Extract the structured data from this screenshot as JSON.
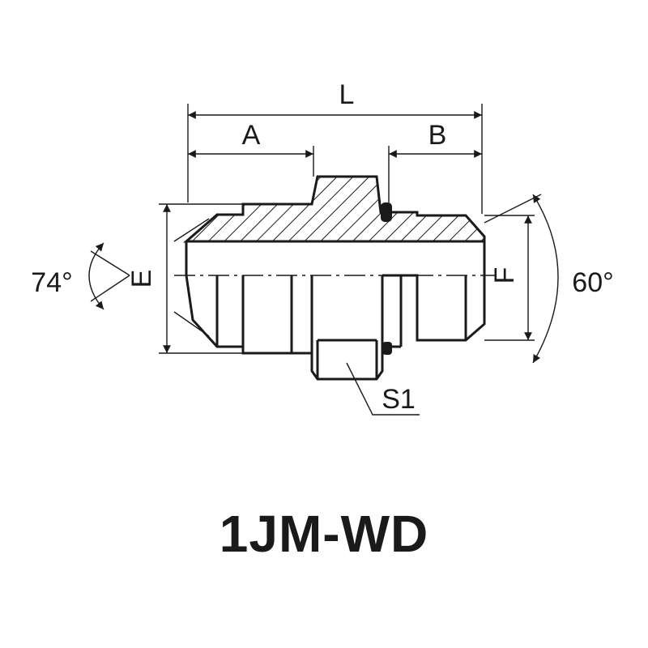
{
  "labels": {
    "length": "L",
    "a": "A",
    "b": "B",
    "e": "E",
    "f": "F",
    "s1": "S1",
    "angle_left": "74°",
    "angle_right": "60°"
  },
  "title": "1JM-WD",
  "colors": {
    "ink": "#1a1a1a",
    "background": "#ffffff"
  }
}
